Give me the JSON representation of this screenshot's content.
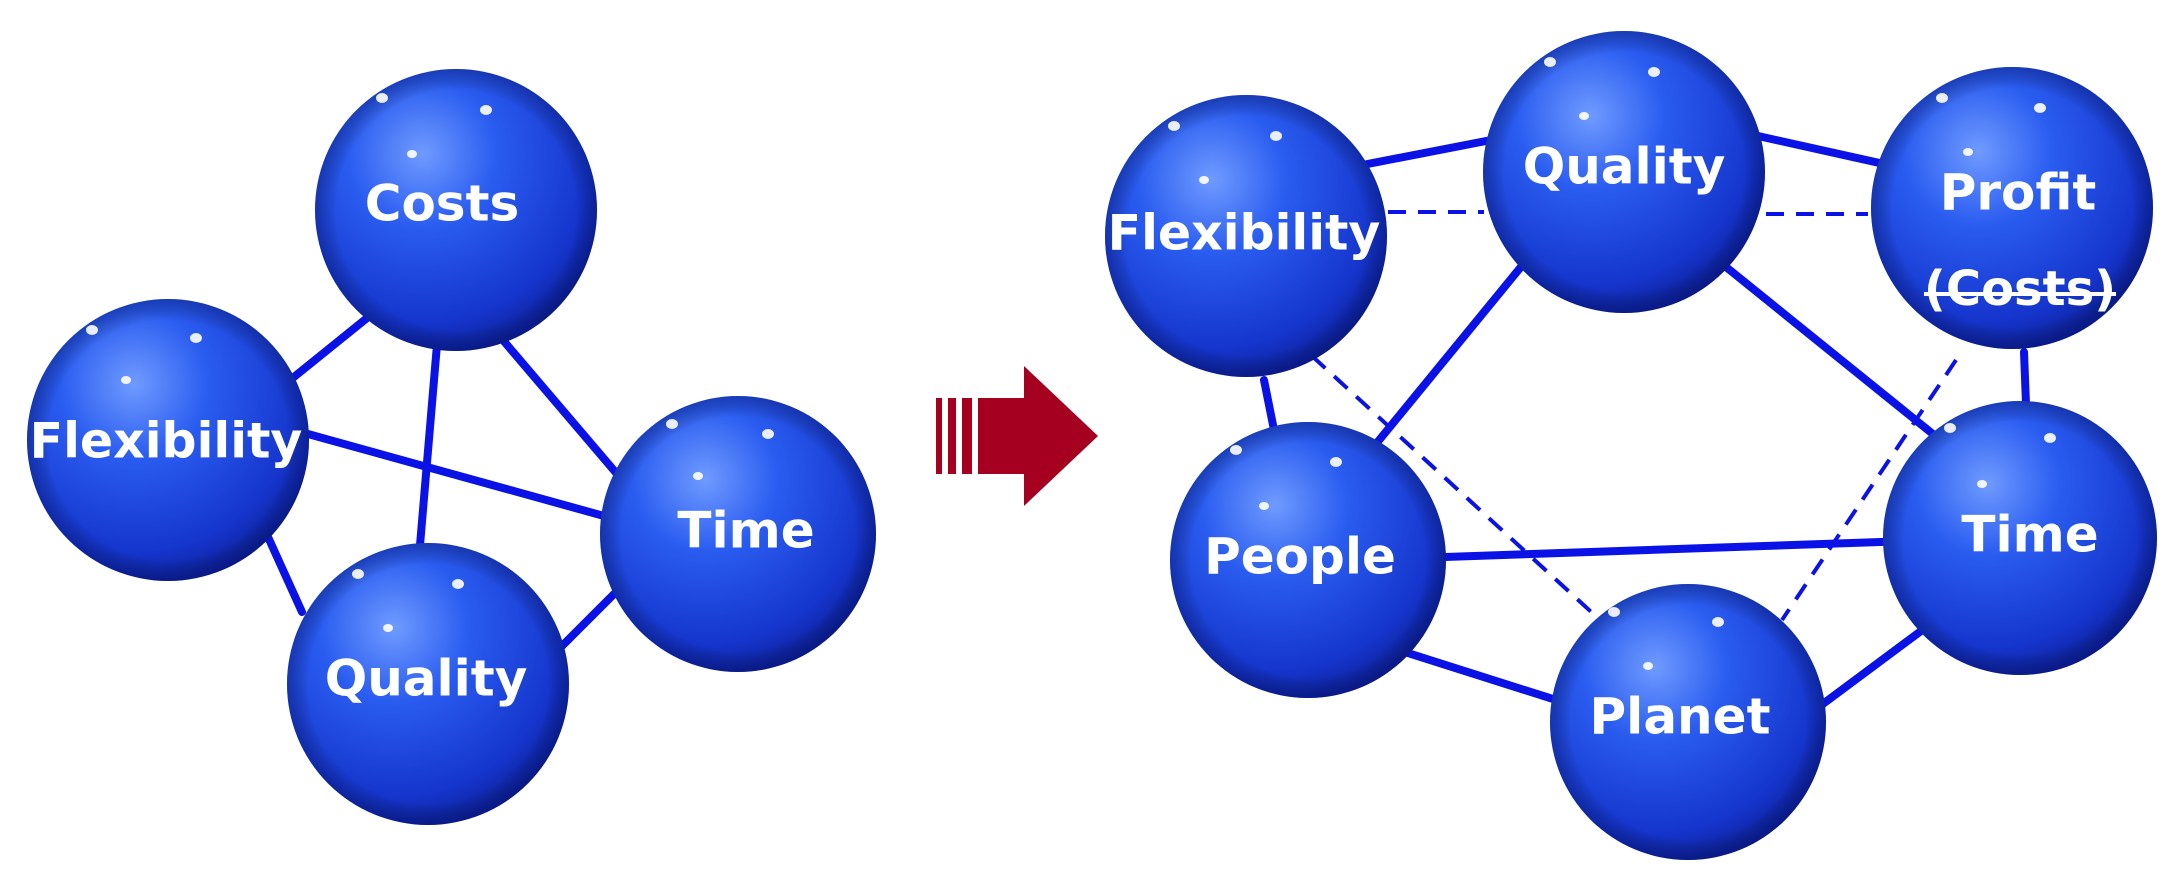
{
  "colors": {
    "sphere_highlight": "#5b8cff",
    "sphere_main": "#1f4fe8",
    "sphere_shadow": "#0a1fa0",
    "connector": "#0a12e6",
    "arrow": "#a50020",
    "label": "#ffffff"
  },
  "left_diagram": {
    "nodes": {
      "costs": "Costs",
      "flexibility": "Flexibility",
      "time": "Time",
      "quality": "Quality"
    }
  },
  "arrow": {
    "icon": "arrow-right-icon"
  },
  "right_diagram": {
    "nodes": {
      "flexibility": "Flexibility",
      "quality": "Quality",
      "profit": "Profit",
      "profit_sub": "(Costs)",
      "people": "People",
      "time": "Time",
      "planet": "Planet"
    }
  }
}
